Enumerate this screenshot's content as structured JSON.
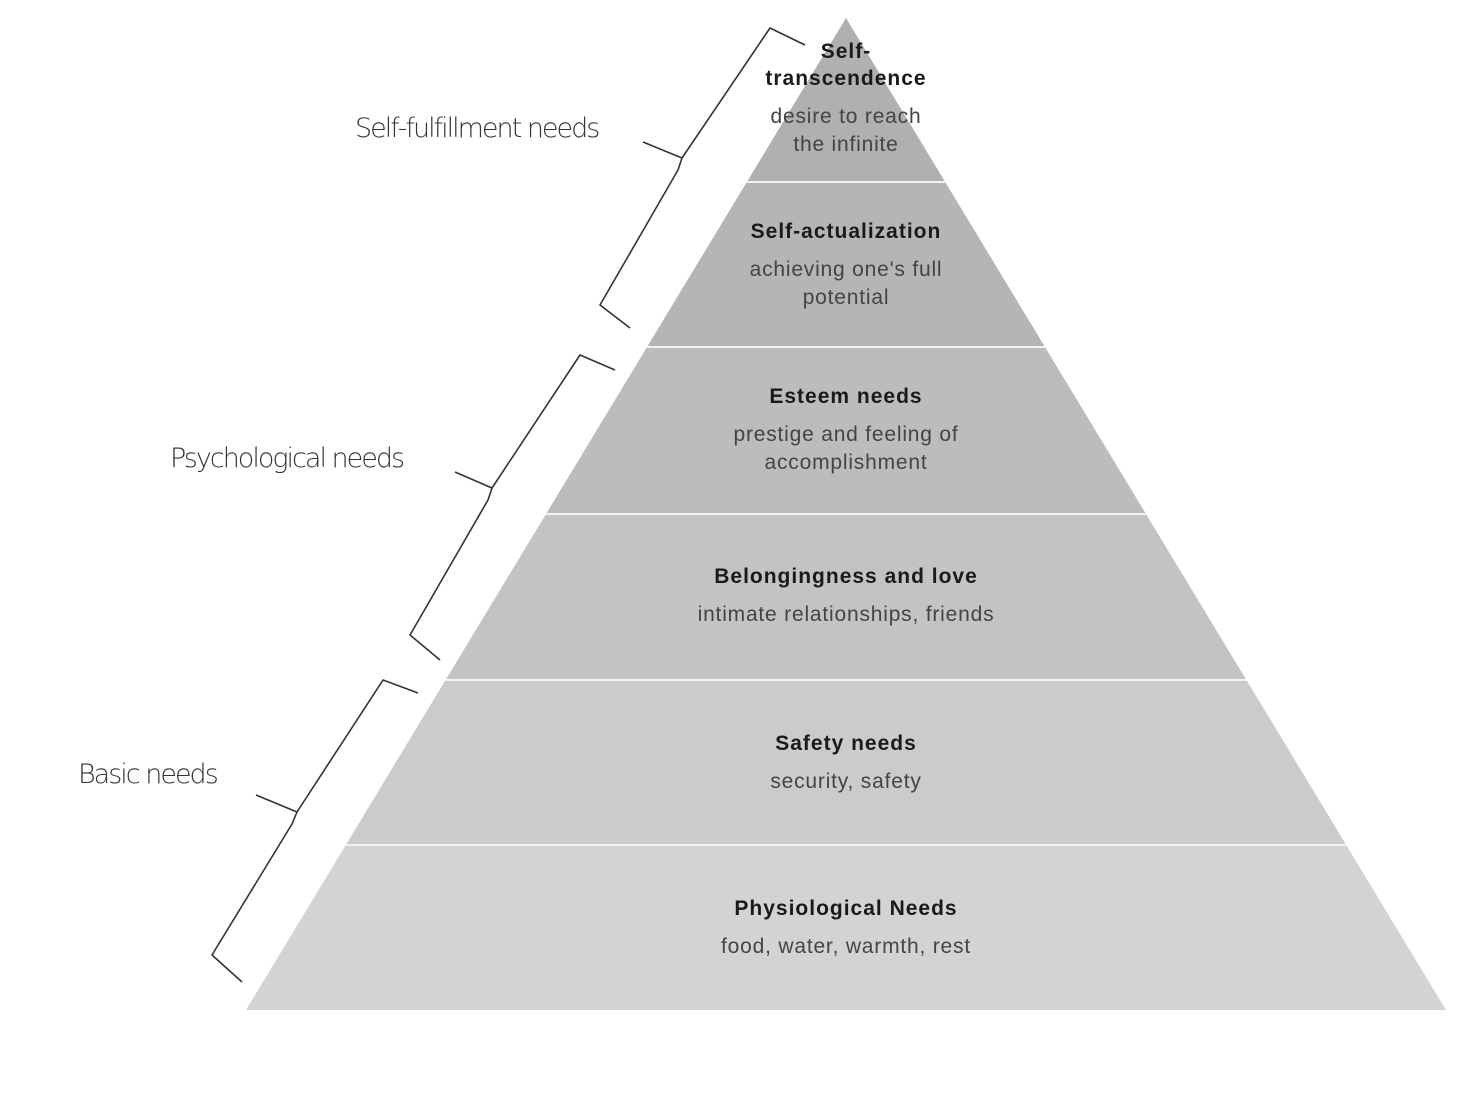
{
  "levels": [
    {
      "title_lines": [
        "Self-",
        "transcendence"
      ],
      "desc_lines": [
        "desire to reach",
        "the infinite"
      ],
      "color": "#b0b0b0"
    },
    {
      "title_lines": [
        "Self-actualization"
      ],
      "desc_lines": [
        "achieving one's full",
        "potential"
      ],
      "color": "#b5b5b5"
    },
    {
      "title_lines": [
        "Esteem needs"
      ],
      "desc_lines": [
        "prestige and feeling of",
        "accomplishment"
      ],
      "color": "#bcbcbc"
    },
    {
      "title_lines": [
        "Belongingness and love"
      ],
      "desc_lines": [
        "intimate relationships, friends"
      ],
      "color": "#c3c3c3"
    },
    {
      "title_lines": [
        "Safety needs"
      ],
      "desc_lines": [
        "security, safety"
      ],
      "color": "#cbcbcb"
    },
    {
      "title_lines": [
        "Physiological Needs"
      ],
      "desc_lines": [
        "food, water, warmth, rest"
      ],
      "color": "#d3d3d3"
    }
  ],
  "groups": [
    {
      "label": "Self-fulfillment needs"
    },
    {
      "label": "Psychological needs"
    },
    {
      "label": "Basic needs"
    }
  ]
}
